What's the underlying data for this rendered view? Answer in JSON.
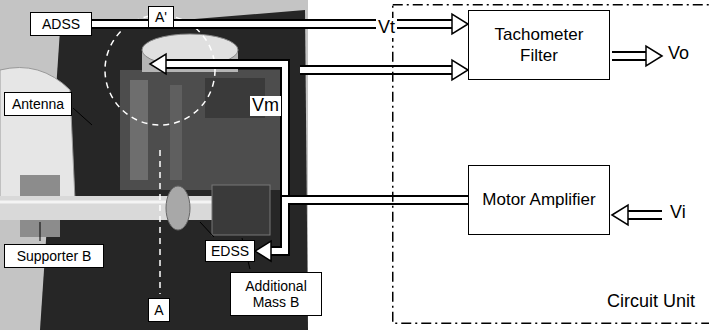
{
  "diagram": {
    "nodes": [
      {
        "text": [
          "A'"
        ]
      },
      {
        "text": [
          "ADSS"
        ]
      },
      {
        "text": [
          "Circuit Unit"
        ]
      },
      {
        "text": [
          "Tachometer Filter"
        ],
        "in": 2
      },
      {
        "text": [
          "Antenna"
        ]
      },
      {
        "text": [
          "Motor Amplifier"
        ],
        "in": 2
      },
      {
        "text": [
          "EDSS"
        ]
      },
      {
        "text": [
          "Supporter B"
        ]
      },
      {
        "text": [
          "A"
        ]
      },
      {
        "text": [
          "Additional Mass B"
        ]
      }
    ],
    "edges": [
      {
        "from": 1,
        "to": 3,
        "label": "Vt",
        "arrow": "to"
      },
      {
        "from": 5,
        "to": 6,
        "label": "Vm",
        "arrow": "to"
      }
    ],
    "labels": [
      "Vo",
      "Vi"
    ]
  }
}
